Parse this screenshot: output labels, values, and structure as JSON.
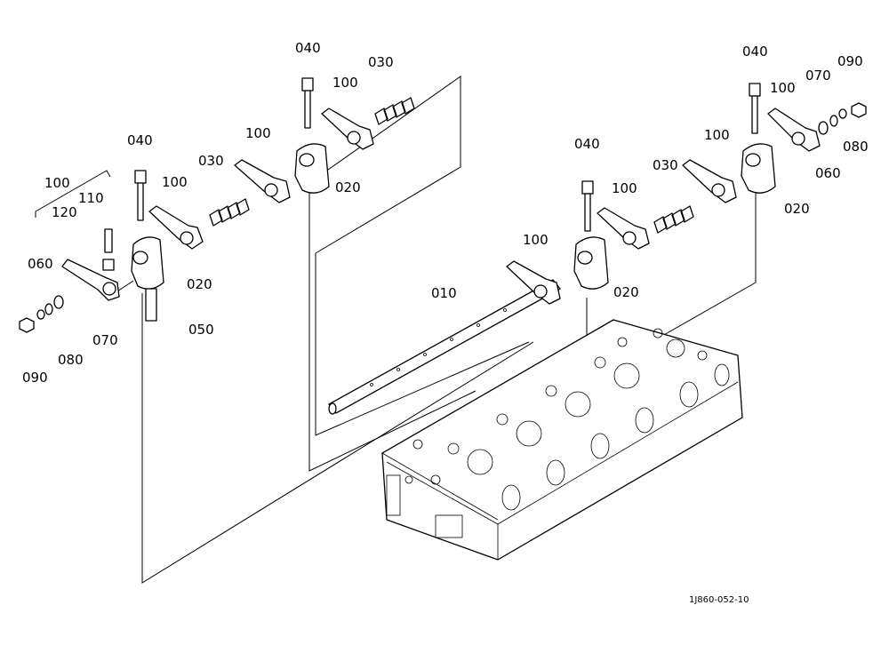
{
  "diagram": {
    "reference_code": "1J860-052-10",
    "labels": {
      "p040_left": "040",
      "p040_center": "040",
      "p040_mid": "040",
      "p040_right": "040",
      "p030_top": "030",
      "p030_left": "030",
      "p030_mid": "030",
      "p100_a": "100",
      "p100_b": "100",
      "p100_c": "100",
      "p100_d": "100",
      "p100_e": "100",
      "p100_f": "100",
      "p100_g": "100",
      "p110": "110",
      "p120": "120",
      "p020_a": "020",
      "p020_b": "020",
      "p020_c": "020",
      "p020_d": "020",
      "p060_left": "060",
      "p060_right": "060",
      "p070_left": "070",
      "p070_right": "070",
      "p080_left": "080",
      "p080_right": "080",
      "p090_left": "090",
      "p090_right": "090",
      "p050": "050",
      "p010": "010"
    }
  }
}
